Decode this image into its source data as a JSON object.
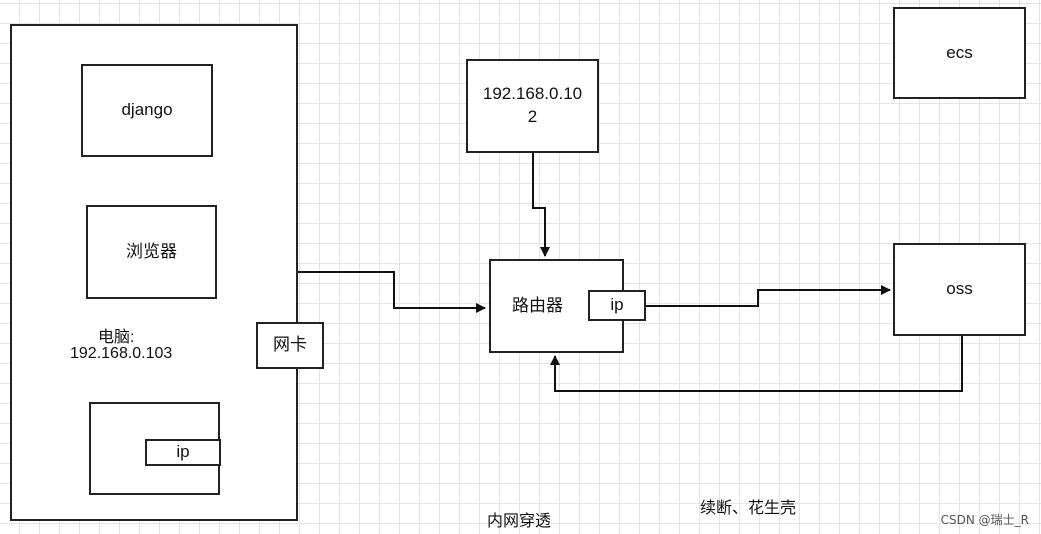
{
  "nodes": {
    "django": "django",
    "browser": "浏览器",
    "pc_label": "电脑:",
    "pc_ip": "192.168.0.103",
    "pc_ip_tag": "ip",
    "nic": "网卡",
    "host_ip": "192.168.0.102",
    "router": "路由器",
    "router_ip_tag": "ip",
    "ecs": "ecs",
    "oss": "oss"
  },
  "labels": {
    "intranet_penetration": "内网穿透",
    "tools": "续断、花生壳"
  },
  "watermark": "CSDN @瑞士_R"
}
